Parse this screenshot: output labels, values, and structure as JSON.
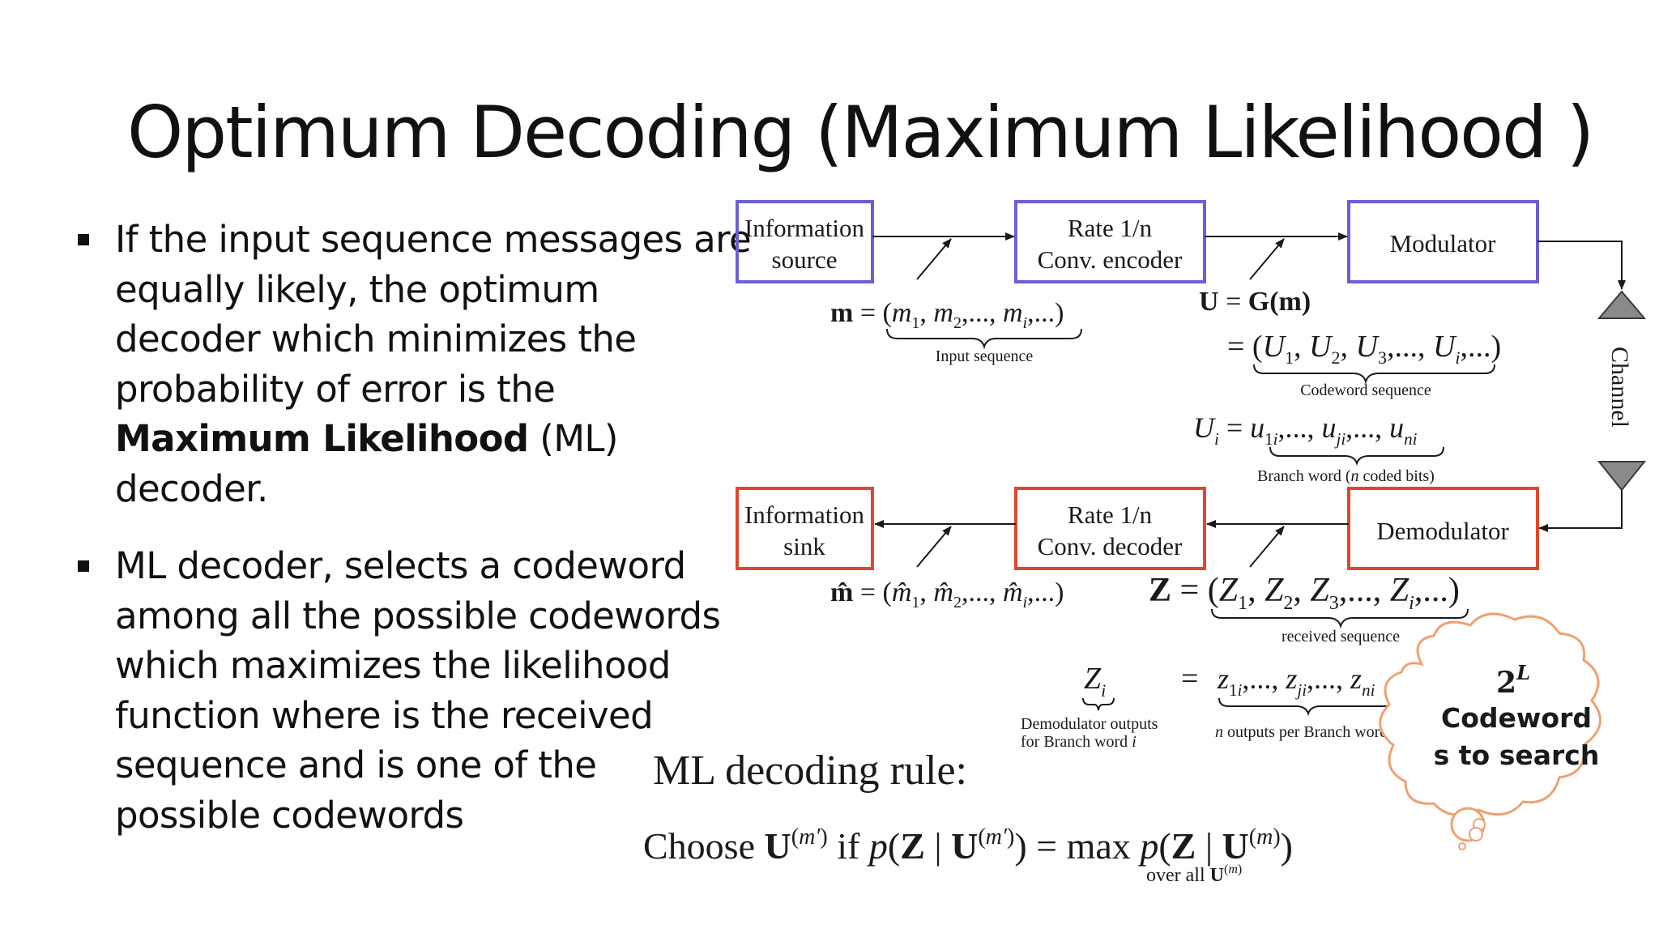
{
  "slide": {
    "title": "Optimum Decoding (Maximum Likelihood )",
    "bullet1": {
      "line1": "If the input sequence messages are",
      "line2": "equally likely, the optimum",
      "line3": "decoder which minimizes the",
      "line4": "probability of error is the",
      "bold": "Maximum Likelihood",
      "after_bold": " (ML)",
      "line6": "decoder."
    },
    "bullet2": {
      "line1": "ML decoder, selects a codeword",
      "line2": "among all the possible codewords",
      "line3": "which maximizes the likelihood",
      "line4": "function where is the received",
      "line5": "sequence and is one of the",
      "line6": "possible codewords"
    }
  },
  "diagram": {
    "colors": {
      "top_boxes": "#6b5fd6",
      "bottom_boxes": "#e2462a",
      "cloud": "#f0a070"
    },
    "info_source": {
      "line1": "Information",
      "line2": "source"
    },
    "encoder": {
      "line1": "Rate 1/n",
      "line2": "Conv. encoder"
    },
    "modulator": "Modulator",
    "info_sink": {
      "line1": "Information",
      "line2": "sink"
    },
    "decoder": {
      "line1": "Rate 1/n",
      "line2": "Conv. decoder"
    },
    "demodulator": "Demodulator",
    "channel": "Channel",
    "input_label": "Input  sequence",
    "codeword_label": "Codeword    sequence",
    "branch_label_a": "Branch  word (",
    "branch_label_n": "n",
    "branch_label_b": " coded  bits)",
    "received_label": "received sequence",
    "demod_out_line1": "Demodulator outputs",
    "demod_out_line2": "for Branch word ",
    "demod_out_i": "i",
    "n_outputs_n": "n",
    "n_outputs_rest": " outputs per Branch word",
    "rule_title": "ML decoding rule:",
    "choose": "Choose",
    "if": "if",
    "max": "max",
    "over_all": "over all "
  },
  "cloud": {
    "base": "2",
    "exponent": "L",
    "line2": "Codeword",
    "line3": "s to search"
  }
}
